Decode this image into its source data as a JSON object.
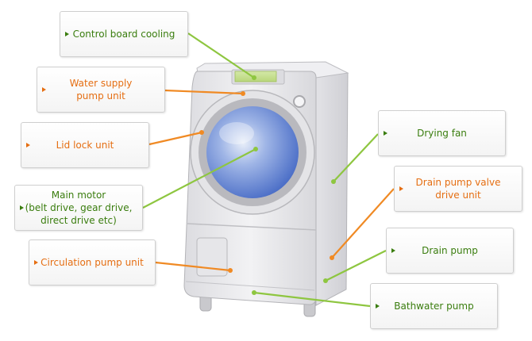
{
  "colors": {
    "green_label": "#3a7d0e",
    "orange_label": "#e56e12",
    "green_line": "#8ec640",
    "orange_line": "#f08a24",
    "machine_body": "#e9e9ec",
    "door_glass": "#5f83d6"
  },
  "labels": {
    "control_board_cooling": "Control board cooling",
    "water_supply_pump_unit": "Water supply\npump unit",
    "lid_lock_unit": "Lid lock unit",
    "main_motor": "Main motor\n(belt drive, gear drive,\ndirect drive etc)",
    "circulation_pump_unit": "Circulation pump unit",
    "drying_fan": "Drying fan",
    "drain_pump_valve_drive_unit": "Drain pump valve\ndrive unit",
    "drain_pump": "Drain pump",
    "bathwater_pump": "Bathwater pump"
  }
}
